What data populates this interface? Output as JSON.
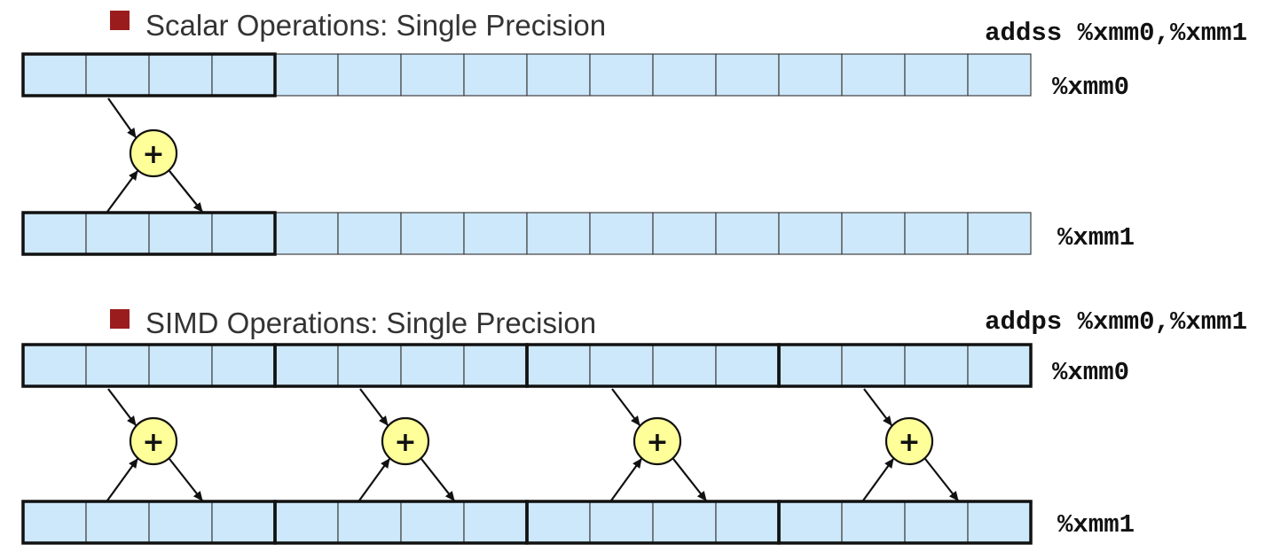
{
  "colors": {
    "cell_fill": "#cde8fa",
    "adder_fill": "#ffff99",
    "bullet": "#9b1c1c"
  },
  "sections": [
    {
      "title": "Scalar Operations: Single Precision",
      "instruction": "addss %xmm0,%xmm1",
      "src_register": "%xmm0",
      "dst_register": "%xmm1",
      "lanes_per_register": 16,
      "lanes_per_element": 4,
      "active_elements": [
        0
      ],
      "operator_symbol": "+"
    },
    {
      "title": "SIMD Operations: Single Precision",
      "instruction": "addps %xmm0,%xmm1",
      "src_register": "%xmm0",
      "dst_register": "%xmm1",
      "lanes_per_register": 16,
      "lanes_per_element": 4,
      "active_elements": [
        0,
        1,
        2,
        3
      ],
      "operator_symbol": "+"
    }
  ]
}
